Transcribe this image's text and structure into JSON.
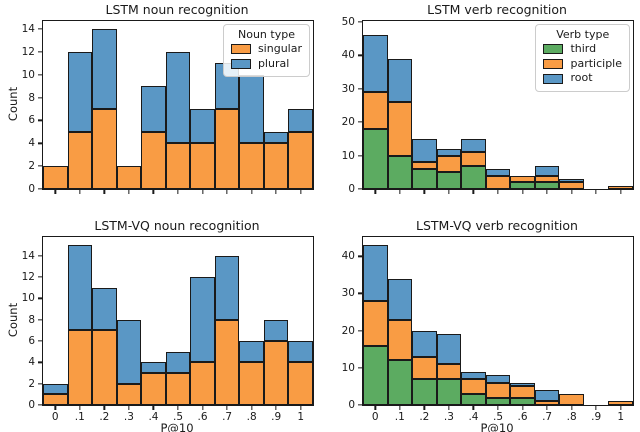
{
  "figure_title": "",
  "x_axis_label": "P@10",
  "y_axis_label": "Count",
  "x_tick_labels": [
    "0",
    ".1",
    ".2",
    ".3",
    ".4",
    ".5",
    ".6",
    ".7",
    ".8",
    ".9",
    "1"
  ],
  "colors": {
    "singular": "#f99c44",
    "plural": "#5a97c5",
    "third": "#5cab61",
    "participle": "#f99c44",
    "root": "#5a97c5",
    "bar_edge": "#1a1a1a",
    "legend_border": "#cccccc"
  },
  "chart_data": [
    {
      "type": "bar",
      "stacked": true,
      "title": "LSTM noun recognition",
      "xlabel": "",
      "ylabel": "Count",
      "categories": [
        "0",
        ".1",
        ".2",
        ".3",
        ".4",
        ".5",
        ".6",
        ".7",
        ".8",
        ".9",
        "1"
      ],
      "series": [
        {
          "name": "singular",
          "color": "#f99c44",
          "values": [
            2,
            5,
            7,
            2,
            5,
            4,
            4,
            7,
            4,
            4,
            5
          ]
        },
        {
          "name": "plural",
          "color": "#5a97c5",
          "values": [
            0,
            7,
            7,
            0,
            4,
            8,
            3,
            4,
            6,
            1,
            2
          ]
        }
      ],
      "totals": [
        2,
        12,
        14,
        2,
        9,
        12,
        7,
        11,
        10,
        5,
        7
      ],
      "legend_title": "Noun type",
      "legend_position": "upper right",
      "show_legend": true,
      "show_xticklabels": false,
      "yticks": [
        0,
        2,
        4,
        6,
        8,
        10,
        12,
        14
      ],
      "ylim": [
        0,
        14.7
      ],
      "grid": false
    },
    {
      "type": "bar",
      "stacked": true,
      "title": "LSTM verb recognition",
      "xlabel": "",
      "ylabel": "",
      "categories": [
        "0",
        ".1",
        ".2",
        ".3",
        ".4",
        ".5",
        ".6",
        ".7",
        ".8",
        ".9",
        "1"
      ],
      "series": [
        {
          "name": "third",
          "color": "#5cab61",
          "values": [
            18,
            10,
            6,
            5,
            7,
            0,
            2,
            2,
            0,
            0,
            0
          ]
        },
        {
          "name": "participle",
          "color": "#f99c44",
          "values": [
            11,
            16,
            2,
            5,
            4,
            4,
            2,
            2,
            2,
            0,
            1
          ]
        },
        {
          "name": "root",
          "color": "#5a97c5",
          "values": [
            17,
            13,
            7,
            2,
            4,
            2,
            0,
            3,
            1,
            0,
            0
          ]
        }
      ],
      "totals": [
        46,
        39,
        15,
        12,
        15,
        6,
        4,
        7,
        3,
        0,
        1
      ],
      "legend_title": "Verb type",
      "legend_position": "upper right",
      "show_legend": true,
      "show_xticklabels": false,
      "yticks": [
        0,
        10,
        20,
        30,
        40,
        50
      ],
      "ylim": [
        0,
        50.3
      ],
      "grid": false
    },
    {
      "type": "bar",
      "stacked": true,
      "title": "LSTM-VQ noun recognition",
      "xlabel": "P@10",
      "ylabel": "Count",
      "categories": [
        "0",
        ".1",
        ".2",
        ".3",
        ".4",
        ".5",
        ".6",
        ".7",
        ".8",
        ".9",
        "1"
      ],
      "series": [
        {
          "name": "singular",
          "color": "#f99c44",
          "values": [
            1,
            7,
            7,
            2,
            3,
            3,
            4,
            8,
            4,
            6,
            4
          ]
        },
        {
          "name": "plural",
          "color": "#5a97c5",
          "values": [
            1,
            8,
            4,
            6,
            1,
            2,
            8,
            6,
            2,
            2,
            2
          ]
        }
      ],
      "totals": [
        2,
        15,
        11,
        8,
        4,
        5,
        12,
        14,
        6,
        8,
        6
      ],
      "legend_title": "",
      "legend_position": "",
      "show_legend": false,
      "show_xticklabels": true,
      "yticks": [
        0,
        2,
        4,
        6,
        8,
        10,
        12,
        14
      ],
      "ylim": [
        0,
        15.75
      ],
      "grid": false
    },
    {
      "type": "bar",
      "stacked": true,
      "title": "LSTM-VQ verb recognition",
      "xlabel": "P@10",
      "ylabel": "",
      "categories": [
        "0",
        ".1",
        ".2",
        ".3",
        ".4",
        ".5",
        ".6",
        ".7",
        ".8",
        ".9",
        "1"
      ],
      "series": [
        {
          "name": "third",
          "color": "#5cab61",
          "values": [
            16,
            12,
            7,
            7,
            3,
            2,
            2,
            0,
            0,
            0,
            0
          ]
        },
        {
          "name": "participle",
          "color": "#f99c44",
          "values": [
            12,
            11,
            6,
            4,
            4,
            4,
            3,
            1,
            3,
            0,
            1
          ]
        },
        {
          "name": "root",
          "color": "#5a97c5",
          "values": [
            15,
            11,
            7,
            8,
            2,
            2,
            1,
            3,
            0,
            0,
            0
          ]
        }
      ],
      "totals": [
        43,
        34,
        20,
        19,
        9,
        8,
        6,
        4,
        3,
        0,
        1
      ],
      "legend_title": "",
      "legend_position": "",
      "show_legend": false,
      "show_xticklabels": true,
      "yticks": [
        0,
        10,
        20,
        30,
        40
      ],
      "ylim": [
        0,
        45.2
      ],
      "grid": false
    }
  ]
}
